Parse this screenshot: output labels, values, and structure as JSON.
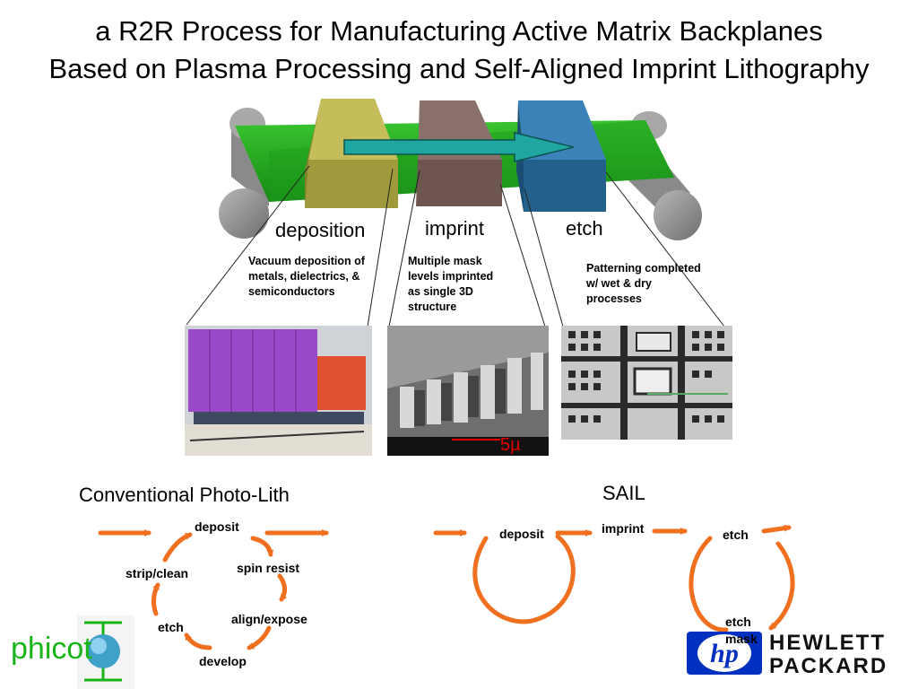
{
  "title": {
    "line1": "a R2R Process for Manufacturing Active Matrix Backplanes",
    "line2": "Based on Plasma Processing and Self-Aligned Imprint Lithography"
  },
  "stages": [
    {
      "label": "deposition",
      "description": "Vacuum deposition of\nmetals, dielectrics, &\nsemiconductors",
      "color": "#a19a3c"
    },
    {
      "label": "imprint",
      "description": "Multiple mask\nlevels imprinted\nas single 3D\nstructure",
      "color": "#6e5550"
    },
    {
      "label": "etch",
      "description": "Patterning completed\nw/ wet & dry\nprocesses",
      "color": "#23608c"
    }
  ],
  "photos": {
    "scale_bar": "5µ"
  },
  "conventional": {
    "title": "Conventional Photo-Lith",
    "steps": [
      "deposit",
      "spin resist",
      "align/expose",
      "develop",
      "etch",
      "strip/clean"
    ]
  },
  "sail": {
    "title": "SAIL",
    "steps": [
      "deposit",
      "imprint",
      "etch",
      "etch\nmask"
    ]
  },
  "logos": {
    "phicot": "phicot",
    "hp_line1": "HEWLETT",
    "hp_line2": "PACKARD"
  },
  "colors": {
    "belt": "#22a81e",
    "arrow": "#f07020",
    "teal_arrow": "#1fa6a0"
  }
}
